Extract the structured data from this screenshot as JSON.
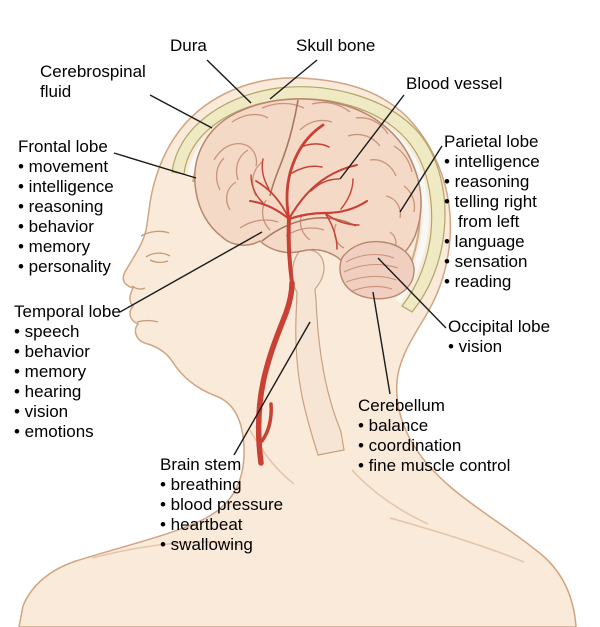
{
  "bullet_char": "•",
  "labels": {
    "dura": {
      "title": "Dura"
    },
    "skull_bone": {
      "title": "Skull bone"
    },
    "cerebrospinal_fluid": {
      "title": "Cerebrospinal fluid"
    },
    "blood_vessel": {
      "title": "Blood vessel"
    },
    "frontal_lobe": {
      "title": "Frontal lobe",
      "bullets": [
        "movement",
        "intelligence",
        "reasoning",
        "behavior",
        "memory",
        "personality"
      ]
    },
    "parietal_lobe": {
      "title": "Parietal lobe",
      "bullets": [
        "intelligence",
        "reasoning",
        "telling right from left",
        "language",
        "sensation",
        "reading"
      ]
    },
    "temporal_lobe": {
      "title": "Temporal lobe",
      "bullets": [
        "speech",
        "behavior",
        "memory",
        "hearing",
        "vision",
        "emotions"
      ]
    },
    "occipital_lobe": {
      "title": "Occipital lobe",
      "bullets": [
        "vision"
      ]
    },
    "cerebellum": {
      "title": "Cerebellum",
      "bullets": [
        "balance",
        "coordination",
        "fine muscle control"
      ]
    },
    "brain_stem": {
      "title": "Brain stem",
      "bullets": [
        "breathing",
        "blood pressure",
        "heartbeat",
        "swallowing"
      ]
    }
  },
  "colors": {
    "background": "#ffffff",
    "skin": "#f9ead9",
    "skin_outline": "#d2a482",
    "skull_bone": "#efe9c4",
    "skull_outline": "#b3a569",
    "csf": "#f7f9f6",
    "dura": "#c9ad89",
    "brain": "#f4d9c6",
    "brain_outline": "#b8876d",
    "gyri": "#c9937b",
    "cerebellum": "#f0cfc0",
    "brainstem": "#f6e4d4",
    "blood_vessel": "#c94034",
    "leader_line": "#1a1a1a"
  }
}
